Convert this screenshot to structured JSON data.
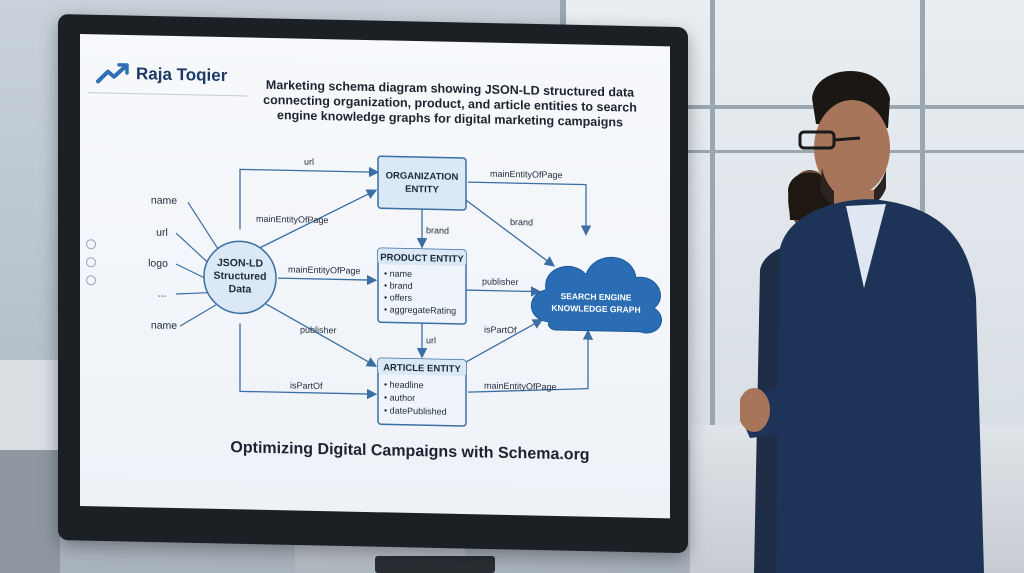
{
  "brand": {
    "name": "Raja Toqier",
    "logo_icon": "trend-arrow-icon"
  },
  "screen": {
    "headline": "Marketing schema diagram showing JSON-LD structured data connecting organization, product, and article entities to search engine knowledge graphs for digital marketing campaigns",
    "footer_title": "Optimizing Digital Campaigns with Schema.org"
  },
  "diagram": {
    "jsonld": {
      "line1": "JSON-LD",
      "line2": "Structured",
      "line3": "Data"
    },
    "properties": [
      "name",
      "url",
      "logo",
      "...",
      "name"
    ],
    "organization": {
      "line1": "ORGANIZATION",
      "line2": "ENTITY"
    },
    "product": {
      "title": "PRODUCT ENTITY",
      "fields": [
        "• name",
        "• brand",
        "• offers",
        "• aggregateRating"
      ]
    },
    "article": {
      "title": "ARTICLE ENTITY",
      "fields": [
        "• headline",
        "• author",
        "• datePublished"
      ]
    },
    "knowledge_graph": {
      "line1": "SEARCH ENGINE",
      "line2": "KNOWLEDGE GRAPH"
    },
    "edges": {
      "url_top": "url",
      "main_entity_org": "mainEntityOfPage",
      "main_entity_top_right": "mainEntityOfPage",
      "brand_down": "brand",
      "brand_right": "brand",
      "main_entity_product": "mainEntityOfPage",
      "publisher_right": "publisher",
      "url_mid": "url",
      "publisher_left": "publisher",
      "is_part_of_right": "isPartOf",
      "is_part_of_bottom": "isPartOf",
      "main_entity_bottom": "mainEntityOfPage"
    }
  },
  "colors": {
    "accent": "#2f6fb3",
    "node_fill": "#dbe8f5",
    "cloud": "#2a6db5",
    "line": "#3b6ea3"
  }
}
